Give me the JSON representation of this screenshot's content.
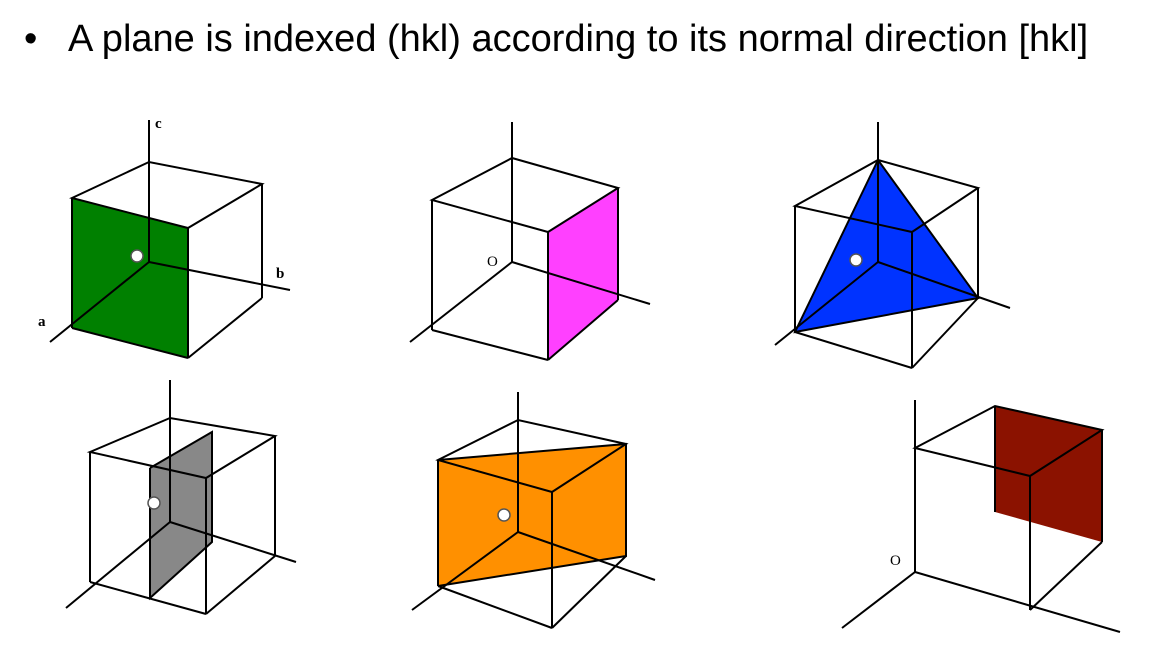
{
  "slide": {
    "bullet": "•",
    "title": "A plane is indexed (hkl) according to its normal direction [hkl]"
  },
  "cubes": [
    {
      "id": "cube-1",
      "plane_color": "#008000",
      "axis_labels": {
        "c": "c",
        "b": "b",
        "a": "a"
      }
    },
    {
      "id": "cube-2",
      "plane_color": "#ff40ff",
      "origin_label": "O"
    },
    {
      "id": "cube-3",
      "plane_color": "#0033ff"
    },
    {
      "id": "cube-4",
      "plane_color": "#888888"
    },
    {
      "id": "cube-5",
      "plane_color": "#ff9000"
    },
    {
      "id": "cube-6",
      "plane_color": "#8b1200",
      "origin_label": "O"
    }
  ]
}
